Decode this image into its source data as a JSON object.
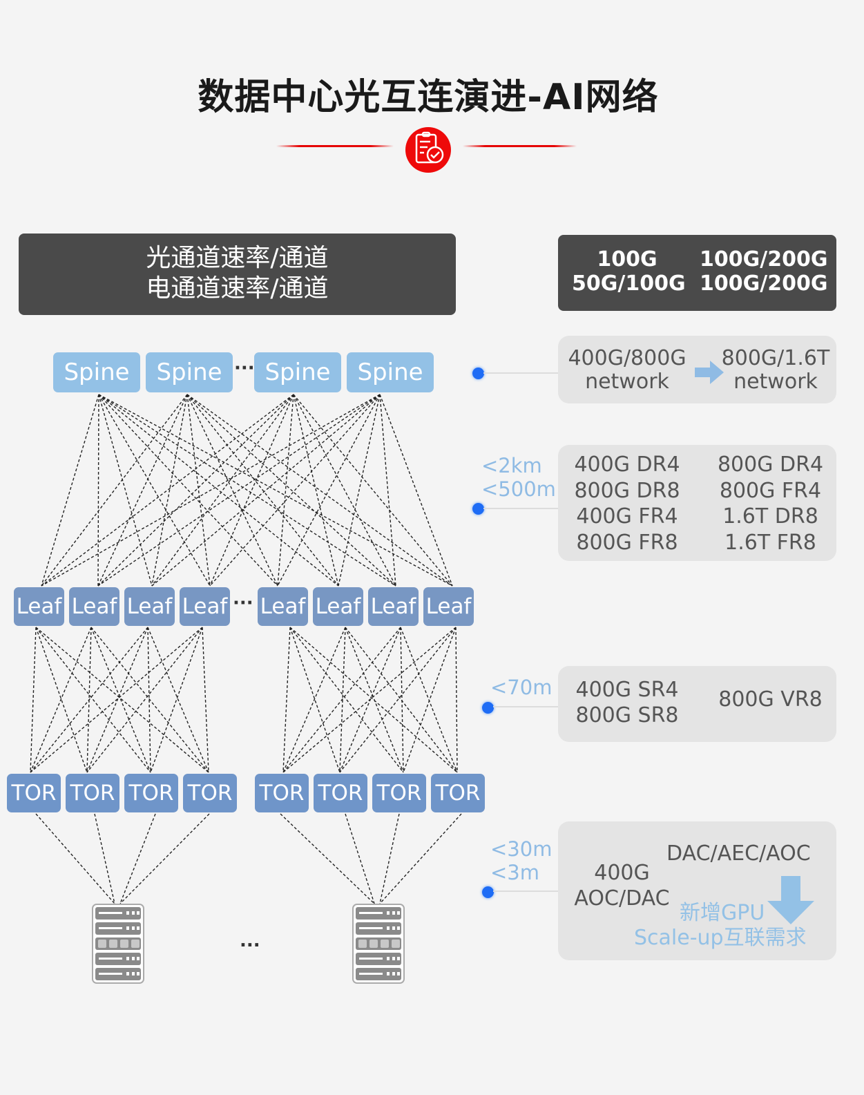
{
  "title": "数据中心光互连演进-AI网络",
  "header_left": {
    "line1": "光通道速率/通道",
    "line2": "电通道速率/通道"
  },
  "header_right": {
    "col1": [
      "100G",
      "50G/100G"
    ],
    "col2": [
      "100G/200G",
      "100G/200G"
    ]
  },
  "network": {
    "spines": [
      "Spine",
      "Spine",
      "Spine",
      "Spine"
    ],
    "leaves": [
      "Leaf",
      "Leaf",
      "Leaf",
      "Leaf",
      "Leaf",
      "Leaf",
      "Leaf",
      "Leaf"
    ],
    "tors": [
      "TOR",
      "TOR",
      "TOR",
      "TOR",
      "TOR",
      "TOR",
      "TOR",
      "TOR"
    ],
    "ellipsis": "···",
    "server_ellipsis": "..."
  },
  "tiers": [
    {
      "distance": [],
      "left": [
        "400G/800G",
        "network"
      ],
      "right": [
        "800G/1.6T",
        "network"
      ],
      "arrow": "right-arrow"
    },
    {
      "distance": [
        "<2km",
        "<500m"
      ],
      "left": [
        "400G DR4",
        "800G DR8",
        "400G FR4",
        "800G FR8"
      ],
      "right": [
        "800G DR4",
        "800G FR4",
        "1.6T DR8",
        "1.6T FR8"
      ]
    },
    {
      "distance": [
        "<70m"
      ],
      "left": [
        "400G SR4",
        "800G SR8"
      ],
      "right": [
        "800G VR8"
      ]
    },
    {
      "distance": [
        "<30m",
        "<3m"
      ],
      "left": [
        "400G",
        "AOC/DAC"
      ],
      "right": [
        "DAC/AEC/AOC"
      ],
      "note": [
        "新增GPU",
        "Scale-up互联需求"
      ],
      "arrow": "down-arrow"
    }
  ],
  "colors": {
    "accent": "#ee0a0a",
    "spine": "#93c1e6",
    "leaf": "#7897c3",
    "tor": "#6f95c9",
    "dot": "#1e6cf5"
  }
}
